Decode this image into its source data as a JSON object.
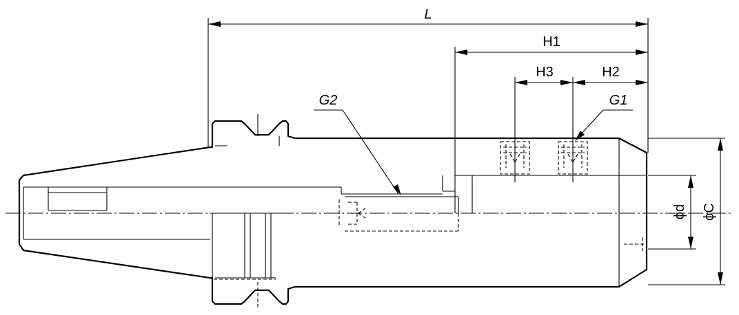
{
  "labels": {
    "L": "L",
    "H1": "H1",
    "H2": "H2",
    "H3": "H3",
    "G1": "G1",
    "G2": "G2",
    "d": "ϕd",
    "C": "ϕC"
  }
}
